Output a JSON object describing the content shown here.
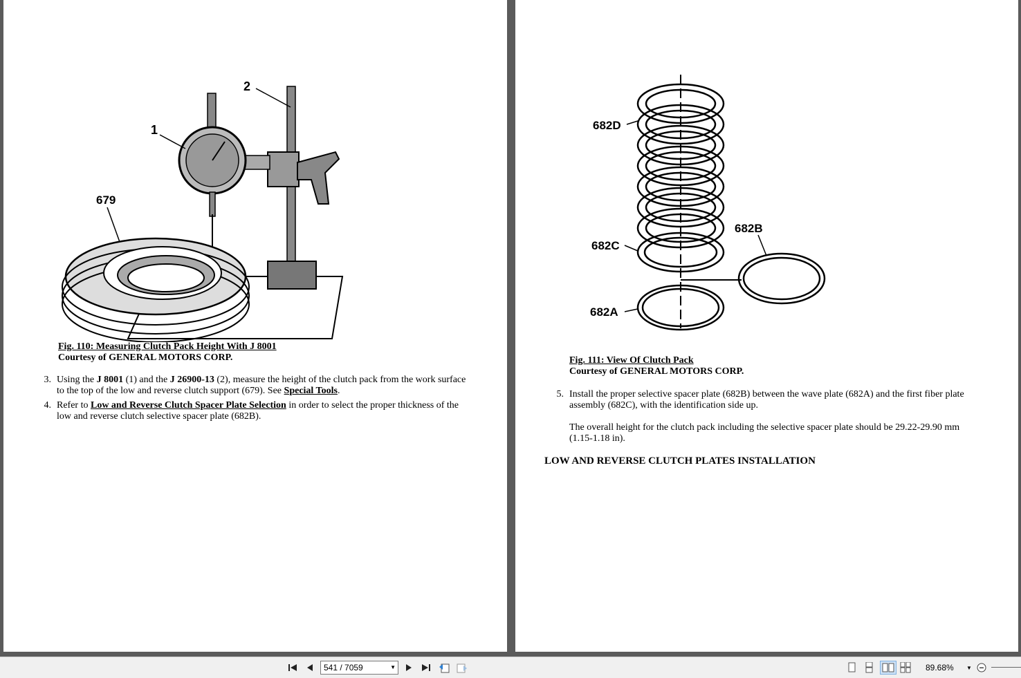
{
  "left_page": {
    "figure": {
      "labels": [
        "2",
        "1",
        "679"
      ],
      "caption_title": "Fig. 110: Measuring Clutch Pack Height With J 8001",
      "caption_credit": "Courtesy of GENERAL MOTORS CORP."
    },
    "steps": [
      {
        "num": "3.",
        "p1": "Using the ",
        "tool1": "J 8001",
        "p2": " (1) and the ",
        "tool2": "J 26900-13",
        "p3": " (2), measure the height of the clutch pack from the work surface",
        "line2": "to the top of the low and reverse clutch support (679). See ",
        "link": "Special Tools",
        "end": "."
      },
      {
        "num": "4.",
        "p1": "Refer to ",
        "link": "Low and Reverse Clutch Spacer Plate Selection",
        "p2": " in order to select the proper thickness of the",
        "line2": "low and reverse clutch selective spacer plate (682B)."
      }
    ]
  },
  "right_page": {
    "figure": {
      "labels": [
        "682D",
        "682B",
        "682C",
        "682A"
      ],
      "caption_title": "Fig. 111: View Of Clutch Pack",
      "caption_credit": "Courtesy of GENERAL MOTORS CORP."
    },
    "steps": [
      {
        "num": "5.",
        "line1": "Install the proper selective spacer plate (682B) between the wave plate (682A) and the first fiber plate",
        "line2": "assembly (682C), with the identification side up.",
        "note1": "The overall height for the clutch pack including the selective spacer plate should be 29.22-29.90 mm",
        "note2": "(1.15-1.18 in)."
      }
    ],
    "heading": "LOW AND REVERSE CLUTCH PLATES INSTALLATION"
  },
  "toolbar": {
    "page_indicator": "541 / 7059",
    "zoom": "89.68%",
    "icons": [
      "first-page-icon",
      "prev-page-icon",
      "next-page-icon",
      "last-page-icon",
      "back-view-icon",
      "forward-view-icon",
      "single-page-icon",
      "continuous-icon",
      "facing-icon",
      "continuous-facing-icon",
      "zoom-out-icon"
    ]
  }
}
